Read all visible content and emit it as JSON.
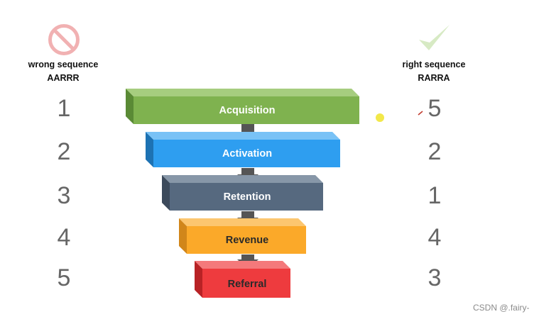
{
  "left_column": {
    "header_line1": "wrong sequence",
    "header_line2": "AARRR",
    "numbers": [
      "1",
      "2",
      "3",
      "4",
      "5"
    ],
    "icon": "prohibited-icon"
  },
  "right_column": {
    "header_line1": "right sequence",
    "header_line2": "RARRA",
    "numbers": [
      "5",
      "2",
      "1",
      "4",
      "3"
    ],
    "icon": "checkmark-icon"
  },
  "stages": [
    {
      "label": "Acquisition",
      "color": "#7fb24f"
    },
    {
      "label": "Activation",
      "color": "#2e9ef0"
    },
    {
      "label": "Retention",
      "color": "#56697f"
    },
    {
      "label": "Revenue",
      "color": "#fba929"
    },
    {
      "label": "Referral",
      "color": "#ee3b3e"
    }
  ],
  "colors": {
    "prohibited": "#f1b1b2",
    "check": "#d7eac4",
    "arrow": "#555555",
    "number": "#666666"
  },
  "watermark": "CSDN @.fairy-"
}
